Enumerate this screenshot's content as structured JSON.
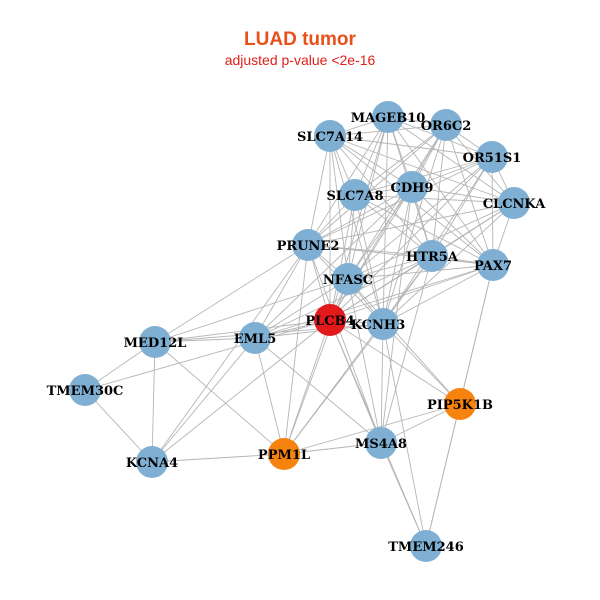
{
  "title": "LUAD tumor",
  "subtitle": "adjusted p-value <2e-16",
  "colors": {
    "title": "#e8501a",
    "subtitle": "#e0201a",
    "edge": "#b5b5b5",
    "label": "#000000",
    "group_blue": "#7fb0d4",
    "group_orange": "#f7830f",
    "group_red": "#e31a1c"
  },
  "nodes": [
    {
      "id": "MAGEB10",
      "label": "MAGEB10",
      "group": "blue"
    },
    {
      "id": "OR6C2",
      "label": "OR6C2",
      "group": "blue"
    },
    {
      "id": "SLC7A14",
      "label": "SLC7A14",
      "group": "blue"
    },
    {
      "id": "OR51S1",
      "label": "OR51S1",
      "group": "blue"
    },
    {
      "id": "CDH9",
      "label": "CDH9",
      "group": "blue"
    },
    {
      "id": "SLC7A8",
      "label": "SLC7A8",
      "group": "blue"
    },
    {
      "id": "CLCNKA",
      "label": "CLCNKA",
      "group": "blue"
    },
    {
      "id": "PRUNE2",
      "label": "PRUNE2",
      "group": "blue"
    },
    {
      "id": "HTR5A",
      "label": "HTR5A",
      "group": "blue"
    },
    {
      "id": "PAX7",
      "label": "PAX7",
      "group": "blue"
    },
    {
      "id": "NFASC",
      "label": "NFASC",
      "group": "blue"
    },
    {
      "id": "PLCB4",
      "label": "PLCB4",
      "group": "red"
    },
    {
      "id": "KCNH3",
      "label": "KCNH3",
      "group": "blue"
    },
    {
      "id": "MED12L",
      "label": "MED12L",
      "group": "blue"
    },
    {
      "id": "EML5",
      "label": "EML5",
      "group": "blue"
    },
    {
      "id": "TMEM30C",
      "label": "TMEM30C",
      "group": "blue"
    },
    {
      "id": "PIP5K1B",
      "label": "PIP5K1B",
      "group": "orange"
    },
    {
      "id": "MS4A8",
      "label": "MS4A8",
      "group": "blue"
    },
    {
      "id": "PPM1L",
      "label": "PPM1L",
      "group": "orange"
    },
    {
      "id": "KCNA4",
      "label": "KCNA4",
      "group": "blue"
    },
    {
      "id": "TMEM246",
      "label": "TMEM246",
      "group": "blue"
    }
  ],
  "edges": [
    [
      "MAGEB10",
      "OR6C2"
    ],
    [
      "MAGEB10",
      "SLC7A14"
    ],
    [
      "MAGEB10",
      "OR51S1"
    ],
    [
      "MAGEB10",
      "CDH9"
    ],
    [
      "MAGEB10",
      "SLC7A8"
    ],
    [
      "MAGEB10",
      "CLCNKA"
    ],
    [
      "MAGEB10",
      "PRUNE2"
    ],
    [
      "MAGEB10",
      "HTR5A"
    ],
    [
      "MAGEB10",
      "PAX7"
    ],
    [
      "MAGEB10",
      "NFASC"
    ],
    [
      "MAGEB10",
      "PLCB4"
    ],
    [
      "MAGEB10",
      "KCNH3"
    ],
    [
      "OR6C2",
      "SLC7A14"
    ],
    [
      "OR6C2",
      "OR51S1"
    ],
    [
      "OR6C2",
      "CDH9"
    ],
    [
      "OR6C2",
      "SLC7A8"
    ],
    [
      "OR6C2",
      "CLCNKA"
    ],
    [
      "OR6C2",
      "PRUNE2"
    ],
    [
      "OR6C2",
      "HTR5A"
    ],
    [
      "OR6C2",
      "PAX7"
    ],
    [
      "OR6C2",
      "NFASC"
    ],
    [
      "OR6C2",
      "PLCB4"
    ],
    [
      "OR6C2",
      "KCNH3"
    ],
    [
      "SLC7A14",
      "OR51S1"
    ],
    [
      "SLC7A14",
      "CDH9"
    ],
    [
      "SLC7A14",
      "SLC7A8"
    ],
    [
      "SLC7A14",
      "CLCNKA"
    ],
    [
      "SLC7A14",
      "PRUNE2"
    ],
    [
      "SLC7A14",
      "HTR5A"
    ],
    [
      "SLC7A14",
      "PAX7"
    ],
    [
      "SLC7A14",
      "NFASC"
    ],
    [
      "SLC7A14",
      "PLCB4"
    ],
    [
      "SLC7A14",
      "KCNH3"
    ],
    [
      "OR51S1",
      "CDH9"
    ],
    [
      "OR51S1",
      "SLC7A8"
    ],
    [
      "OR51S1",
      "CLCNKA"
    ],
    [
      "OR51S1",
      "PRUNE2"
    ],
    [
      "OR51S1",
      "HTR5A"
    ],
    [
      "OR51S1",
      "PAX7"
    ],
    [
      "OR51S1",
      "NFASC"
    ],
    [
      "OR51S1",
      "PLCB4"
    ],
    [
      "OR51S1",
      "KCNH3"
    ],
    [
      "CDH9",
      "SLC7A8"
    ],
    [
      "CDH9",
      "CLCNKA"
    ],
    [
      "CDH9",
      "PRUNE2"
    ],
    [
      "CDH9",
      "HTR5A"
    ],
    [
      "CDH9",
      "PAX7"
    ],
    [
      "CDH9",
      "NFASC"
    ],
    [
      "CDH9",
      "PLCB4"
    ],
    [
      "CDH9",
      "KCNH3"
    ],
    [
      "CDH9",
      "EML5"
    ],
    [
      "CDH9",
      "MS4A8"
    ],
    [
      "SLC7A8",
      "CLCNKA"
    ],
    [
      "SLC7A8",
      "PRUNE2"
    ],
    [
      "SLC7A8",
      "HTR5A"
    ],
    [
      "SLC7A8",
      "PAX7"
    ],
    [
      "SLC7A8",
      "NFASC"
    ],
    [
      "SLC7A8",
      "PLCB4"
    ],
    [
      "SLC7A8",
      "KCNH3"
    ],
    [
      "CLCNKA",
      "PRUNE2"
    ],
    [
      "CLCNKA",
      "HTR5A"
    ],
    [
      "CLCNKA",
      "PAX7"
    ],
    [
      "CLCNKA",
      "NFASC"
    ],
    [
      "CLCNKA",
      "PLCB4"
    ],
    [
      "CLCNKA",
      "KCNH3"
    ],
    [
      "PRUNE2",
      "HTR5A"
    ],
    [
      "PRUNE2",
      "PAX7"
    ],
    [
      "PRUNE2",
      "NFASC"
    ],
    [
      "PRUNE2",
      "PLCB4"
    ],
    [
      "PRUNE2",
      "KCNH3"
    ],
    [
      "PRUNE2",
      "MED12L"
    ],
    [
      "PRUNE2",
      "EML5"
    ],
    [
      "PRUNE2",
      "PPM1L"
    ],
    [
      "PRUNE2",
      "MS4A8"
    ],
    [
      "PRUNE2",
      "KCNA4"
    ],
    [
      "HTR5A",
      "PAX7"
    ],
    [
      "HTR5A",
      "NFASC"
    ],
    [
      "HTR5A",
      "PLCB4"
    ],
    [
      "HTR5A",
      "KCNH3"
    ],
    [
      "HTR5A",
      "EML5"
    ],
    [
      "HTR5A",
      "MS4A8"
    ],
    [
      "HTR5A",
      "PPM1L"
    ],
    [
      "PAX7",
      "NFASC"
    ],
    [
      "PAX7",
      "PLCB4"
    ],
    [
      "PAX7",
      "KCNH3"
    ],
    [
      "PAX7",
      "PIP5K1B"
    ],
    [
      "PAX7",
      "TMEM246"
    ],
    [
      "PAX7",
      "EML5"
    ],
    [
      "NFASC",
      "PLCB4"
    ],
    [
      "NFASC",
      "KCNH3"
    ],
    [
      "NFASC",
      "EML5"
    ],
    [
      "NFASC",
      "MED12L"
    ],
    [
      "NFASC",
      "PIP5K1B"
    ],
    [
      "NFASC",
      "MS4A8"
    ],
    [
      "NFASC",
      "PPM1L"
    ],
    [
      "PLCB4",
      "KCNH3"
    ],
    [
      "PLCB4",
      "MED12L"
    ],
    [
      "PLCB4",
      "EML5"
    ],
    [
      "PLCB4",
      "PIP5K1B"
    ],
    [
      "PLCB4",
      "MS4A8"
    ],
    [
      "PLCB4",
      "PPM1L"
    ],
    [
      "PLCB4",
      "KCNA4"
    ],
    [
      "PLCB4",
      "TMEM30C"
    ],
    [
      "PLCB4",
      "TMEM246"
    ],
    [
      "KCNH3",
      "MED12L"
    ],
    [
      "KCNH3",
      "EML5"
    ],
    [
      "KCNH3",
      "PIP5K1B"
    ],
    [
      "KCNH3",
      "MS4A8"
    ],
    [
      "KCNH3",
      "PPM1L"
    ],
    [
      "KCNH3",
      "TMEM246"
    ],
    [
      "MED12L",
      "EML5"
    ],
    [
      "MED12L",
      "TMEM30C"
    ],
    [
      "MED12L",
      "KCNA4"
    ],
    [
      "MED12L",
      "PPM1L"
    ],
    [
      "EML5",
      "KCNA4"
    ],
    [
      "EML5",
      "PPM1L"
    ],
    [
      "EML5",
      "MS4A8"
    ],
    [
      "TMEM30C",
      "KCNA4"
    ],
    [
      "PIP5K1B",
      "MS4A8"
    ],
    [
      "PIP5K1B",
      "PPM1L"
    ],
    [
      "PIP5K1B",
      "TMEM246"
    ],
    [
      "MS4A8",
      "PPM1L"
    ],
    [
      "MS4A8",
      "TMEM246"
    ],
    [
      "PPM1L",
      "KCNA4"
    ]
  ]
}
